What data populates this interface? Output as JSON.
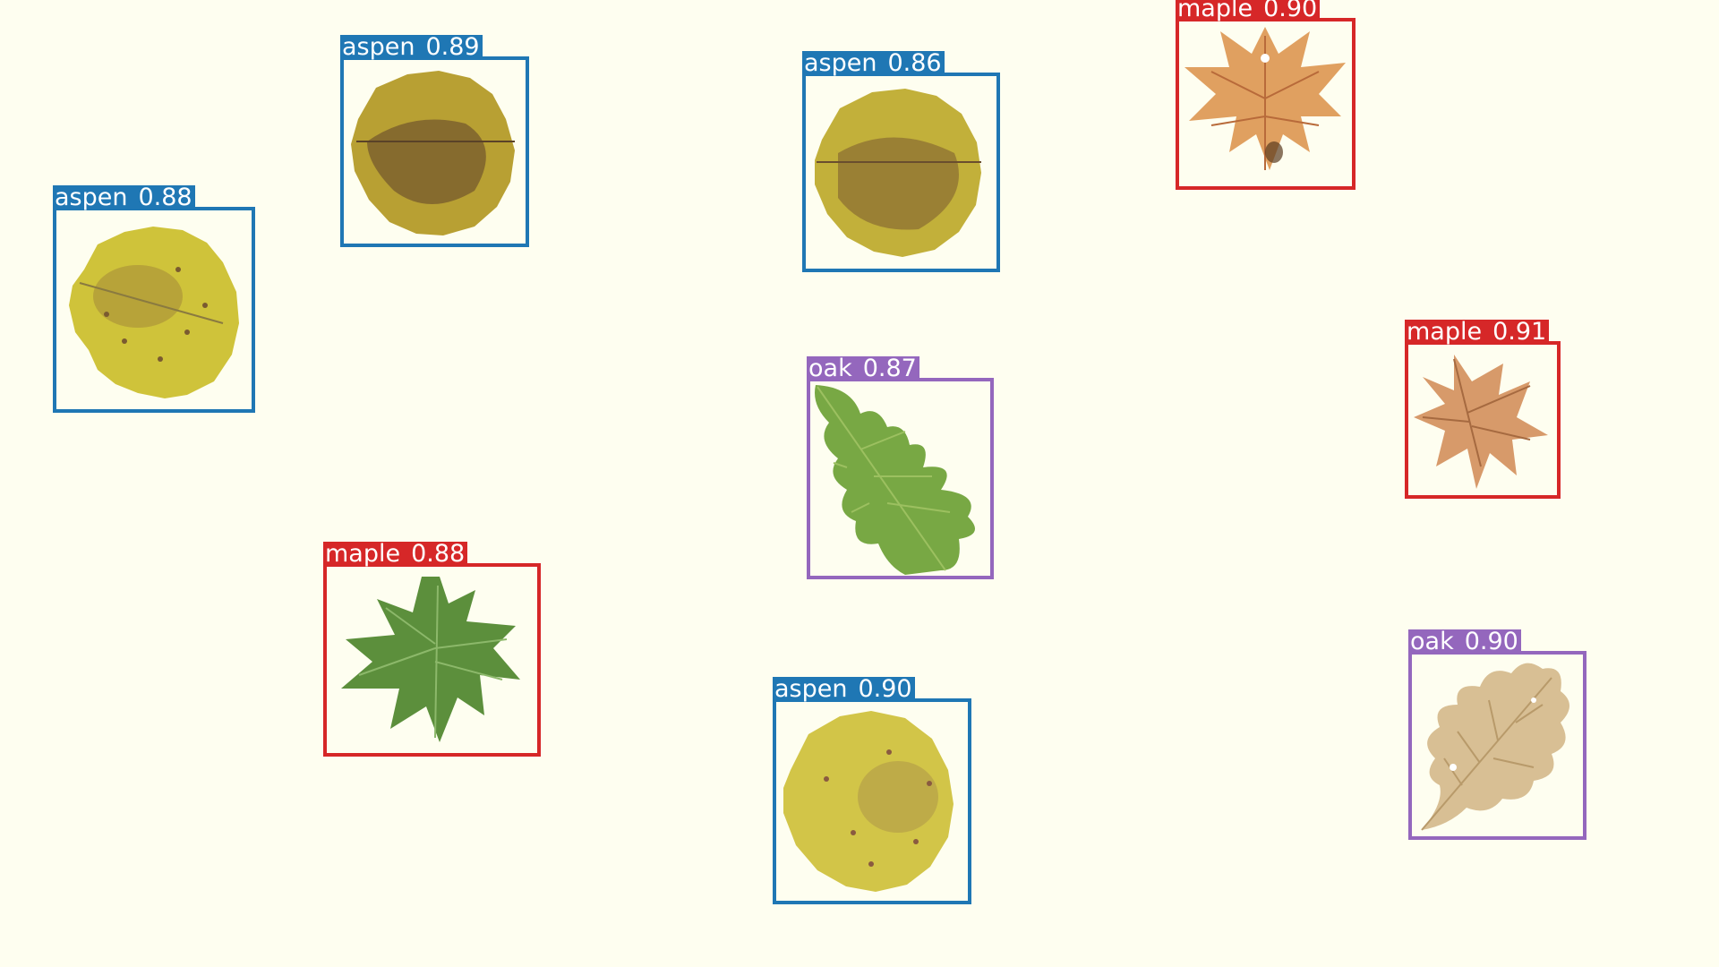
{
  "detections": [
    {
      "label": "aspen",
      "confidence": "0.88",
      "leaf": "yellow aspen leaf with brown spots"
    },
    {
      "label": "aspen",
      "confidence": "0.89",
      "leaf": "yellow-brown spotted aspen leaf"
    },
    {
      "label": "aspen",
      "confidence": "0.86",
      "leaf": "yellow-brown spotted aspen leaf"
    },
    {
      "label": "maple",
      "confidence": "0.90",
      "leaf": "orange autumn maple leaf"
    },
    {
      "label": "maple",
      "confidence": "0.91",
      "leaf": "orange-brown maple leaf"
    },
    {
      "label": "oak",
      "confidence": "0.87",
      "leaf": "green oak leaf"
    },
    {
      "label": "maple",
      "confidence": "0.88",
      "leaf": "green maple leaf"
    },
    {
      "label": "aspen",
      "confidence": "0.90",
      "leaf": "yellow spotted aspen leaf"
    },
    {
      "label": "oak",
      "confidence": "0.90",
      "leaf": "dry beige oak leaf"
    }
  ],
  "colors": {
    "background": "#fefef0",
    "aspen": "#1f77b4",
    "maple": "#d62728",
    "oak": "#9467bd"
  }
}
